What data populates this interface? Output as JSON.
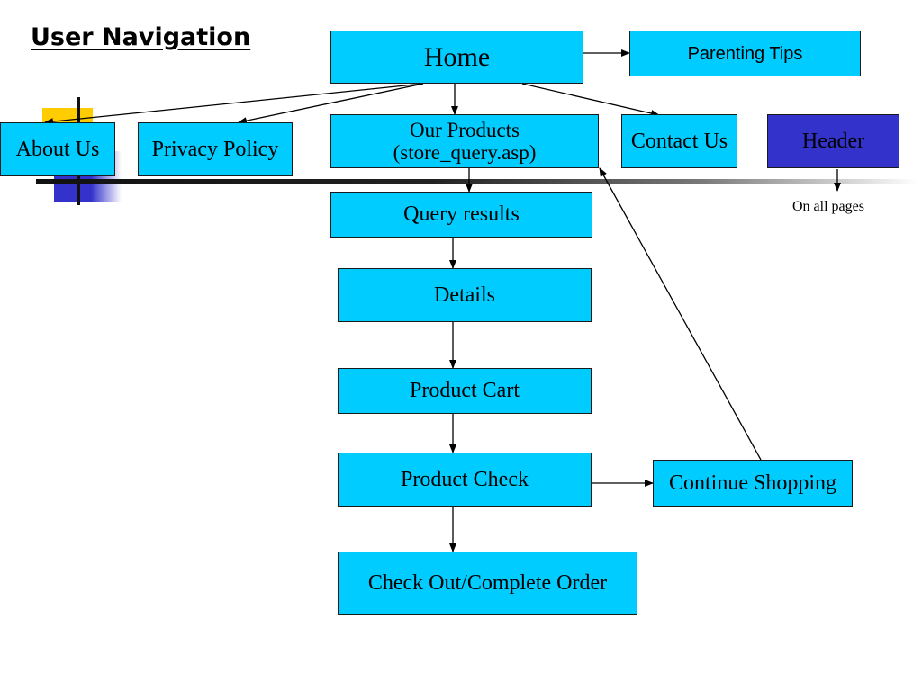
{
  "title": "User Navigation",
  "colors": {
    "node_fill": "#00CCFF",
    "header_fill": "#3333CC",
    "line": "#000000",
    "deco_yellow": "#FFCC00",
    "deco_blue": "#3333CC"
  },
  "nodes": {
    "home": "Home",
    "parenting_tips": "Parenting Tips",
    "about_us": "About Us",
    "privacy_policy": "Privacy Policy",
    "our_products_line1": "Our Products",
    "our_products_line2": "(store_query.asp)",
    "contact_us": "Contact Us",
    "header": "Header",
    "query_results": "Query results",
    "details": "Details",
    "product_cart": "Product Cart",
    "product_check": "Product Check",
    "continue_shopping": "Continue Shopping",
    "check_out": "Check Out/Complete Order"
  },
  "notes": {
    "on_all_pages": "On all pages"
  },
  "edges": [
    {
      "from": "Home",
      "to": "Parenting Tips"
    },
    {
      "from": "Home",
      "to": "About Us"
    },
    {
      "from": "Home",
      "to": "Privacy Policy"
    },
    {
      "from": "Home",
      "to": "Our Products"
    },
    {
      "from": "Home",
      "to": "Contact Us"
    },
    {
      "from": "Our Products",
      "to": "Query results"
    },
    {
      "from": "Query results",
      "to": "Details"
    },
    {
      "from": "Details",
      "to": "Product Cart"
    },
    {
      "from": "Product Cart",
      "to": "Product Check"
    },
    {
      "from": "Product Check",
      "to": "Check Out/Complete Order"
    },
    {
      "from": "Product Check",
      "to": "Continue Shopping"
    },
    {
      "from": "Continue Shopping",
      "to": "Our Products"
    },
    {
      "from": "Header",
      "to": "On all pages"
    }
  ]
}
